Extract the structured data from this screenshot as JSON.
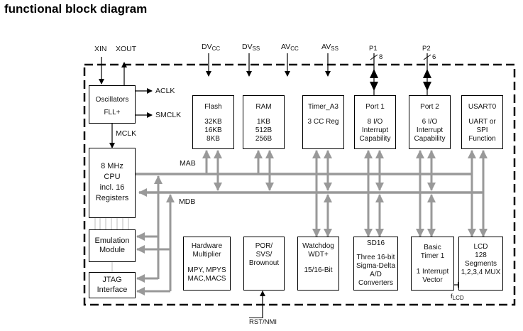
{
  "title": "functional block diagram",
  "signals": {
    "xin": "XIN",
    "xout": "XOUT",
    "aclk": "ACLK",
    "smclk": "SMCLK",
    "mclk": "MCLK",
    "mab": "MAB",
    "mdb": "MDB",
    "dvcc": {
      "main": "DV",
      "sub": "CC"
    },
    "dvss": {
      "main": "DV",
      "sub": "SS"
    },
    "avcc": {
      "main": "AV",
      "sub": "CC"
    },
    "avss": {
      "main": "AV",
      "sub": "SS"
    },
    "p1": {
      "name": "P1",
      "width": "8"
    },
    "p2": {
      "name": "P2",
      "width": "6"
    },
    "rst": {
      "over": "RST",
      "rest": "/NMI"
    },
    "flcd": {
      "main": "f",
      "sub": "LCD"
    }
  },
  "blocks": {
    "oscillators": {
      "title": "Oscillators",
      "lines": [
        "FLL+"
      ]
    },
    "cpu": {
      "lines": [
        "8 MHz",
        "CPU",
        "incl. 16",
        "Registers"
      ]
    },
    "emulation": {
      "lines": [
        "Emulation",
        "Module"
      ]
    },
    "jtag": {
      "lines": [
        "JTAG",
        "Interface"
      ]
    },
    "flash": {
      "title": "Flash",
      "lines": [
        "32KB",
        "16KB",
        "8KB"
      ]
    },
    "ram": {
      "title": "RAM",
      "lines": [
        "1KB",
        "512B",
        "256B"
      ]
    },
    "timer_a3": {
      "title": "Timer_A3",
      "lines": [
        "3 CC Reg"
      ]
    },
    "port1": {
      "title": "Port 1",
      "lines": [
        "8 I/O",
        "Interrupt",
        "Capability"
      ]
    },
    "port2": {
      "title": "Port 2",
      "lines": [
        "6 I/O",
        "Interrupt",
        "Capability"
      ]
    },
    "usart0": {
      "title": "USART0",
      "lines": [
        "UART or",
        "SPI",
        "Function"
      ]
    },
    "hw_multiplier": {
      "title": "Hardware Multiplier",
      "lines": [
        "MPY, MPYS",
        "MAC,MACS"
      ]
    },
    "por": {
      "lines": [
        "POR/",
        "SVS/",
        "Brownout"
      ]
    },
    "watchdog": {
      "title": "Watchdog WDT+",
      "lines": [
        "15/16-Bit"
      ]
    },
    "sd16": {
      "title": "SD16",
      "lines": [
        "Three 16-bit",
        "Sigma-Delta",
        "A/D",
        "Converters"
      ]
    },
    "basic_timer": {
      "title": "Basic Timer 1",
      "lines": [
        "1 Interrupt",
        "Vector"
      ]
    },
    "lcd": {
      "lines": [
        "LCD",
        "128",
        "Segments",
        "1,2,3,4 MUX"
      ]
    }
  }
}
